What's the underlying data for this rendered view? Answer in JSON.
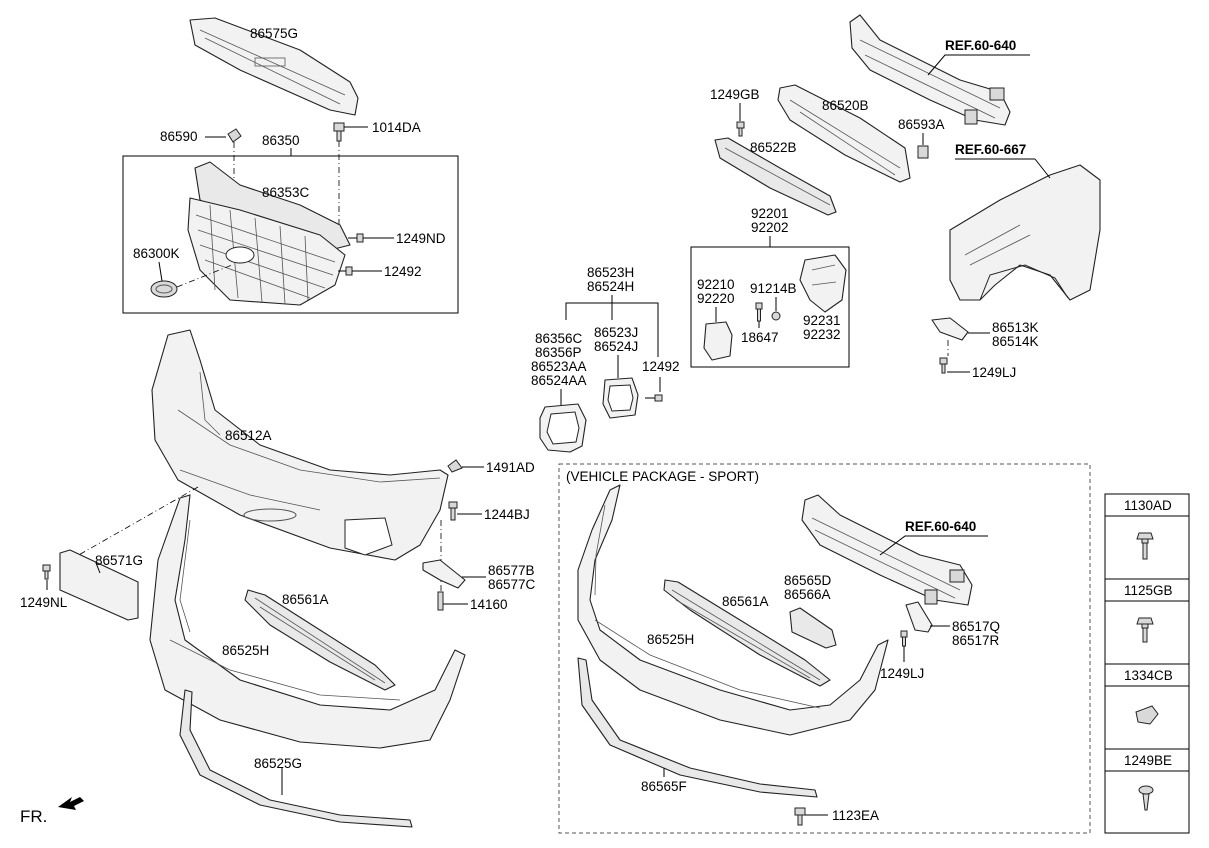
{
  "labels": {
    "p86575G": "86575G",
    "p86590": "86590",
    "p86350": "86350",
    "p1014DA": "1014DA",
    "p86353C": "86353C",
    "p1249ND": "1249ND",
    "p86300K": "86300K",
    "p12492a": "12492",
    "p86512A": "86512A",
    "p1491AD": "1491AD",
    "p1244BJ": "1244BJ",
    "p86571G": "86571G",
    "p1249NL": "1249NL",
    "p86577B": "86577B",
    "p86577C": "86577C",
    "p14160": "14160",
    "p86561A": "86561A",
    "p86525H": "86525H",
    "p86525G": "86525G",
    "p86523H": "86523H",
    "p86524H": "86524H",
    "p86356C": "86356C",
    "p86356P": "86356P",
    "p86523AA": "86523AA",
    "p86524AA": "86524AA",
    "p86523J": "86523J",
    "p86524J": "86524J",
    "p12492b": "12492",
    "p1249GB": "1249GB",
    "p86520B": "86520B",
    "p86522B": "86522B",
    "p86593A": "86593A",
    "p92201": "92201",
    "p92202": "92202",
    "p92210": "92210",
    "p92220": "92220",
    "p91214B": "91214B",
    "p18647": "18647",
    "p92231": "92231",
    "p92232": "92232",
    "p86513K": "86513K",
    "p86514K": "86514K",
    "p1249LJa": "1249LJ",
    "s86561A": "86561A",
    "s86525H": "86525H",
    "s86565D": "86565D",
    "s86566A": "86566A",
    "s86517Q": "86517Q",
    "s86517R": "86517R",
    "s1249LJ": "1249LJ",
    "s86565F": "86565F",
    "s1123EA": "1123EA"
  },
  "refs": {
    "ref_top": "REF.60-640",
    "ref_fender": "REF.60-667",
    "ref_sport": "REF.60-640"
  },
  "sport_package_title": "(VEHICLE PACKAGE - SPORT)",
  "direction_label": "FR.",
  "legend": [
    "1130AD",
    "1125GB",
    "1334CB",
    "1249BE"
  ]
}
